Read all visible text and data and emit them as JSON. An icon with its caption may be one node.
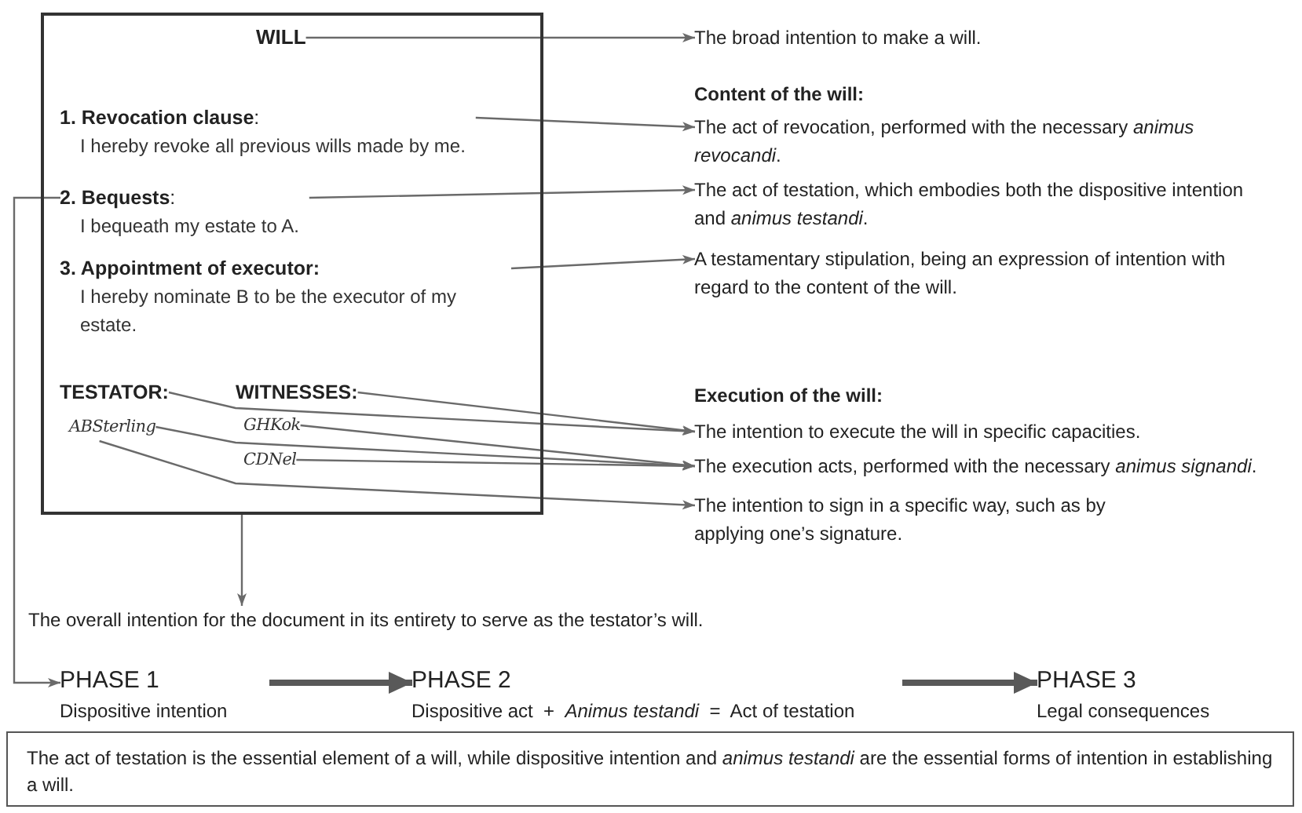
{
  "diagram": {
    "nodes": [
      {
        "text": [],
        "shape": "box"
      },
      {
        "text": [
          "WILL"
        ],
        "in": 0
      },
      {
        "text": [
          "**1. Revocation clause**:",
          "I hereby revoke all previous wills made by me."
        ],
        "in": 0
      },
      {
        "text": [
          "**2. Bequests**:",
          "I bequeath my estate to A."
        ],
        "in": 0
      },
      {
        "text": [
          "**3. Appointment of executor:**",
          "I hereby nominate B to be the executor of my estate."
        ],
        "in": 0
      },
      {
        "text": [
          "TESTATOR:"
        ],
        "in": 0
      },
      {
        "text": [
          "WITNESSES:"
        ],
        "in": 0
      },
      {
        "text": [
          "ABSterling"
        ],
        "in": 0
      },
      {
        "text": [
          "GHKok"
        ],
        "in": 0
      },
      {
        "text": [
          "CDNel"
        ],
        "in": 0
      },
      {
        "text": [
          "The broad intention to make a will."
        ]
      },
      {
        "text": [
          "The act of revocation, performed with the necessary *animus revocandi*."
        ]
      },
      {
        "text": [
          "The act of testation, which embodies both the dispositive intention and *animus testandi*."
        ]
      },
      {
        "text": [
          "A testamentary stipulation, being an expression of intention with regard to the content of the will."
        ]
      },
      {
        "text": [
          "The intention to execute the will in specific capacities."
        ]
      },
      {
        "text": [
          "The execution acts, performed with the necessary *animus signandi*."
        ]
      },
      {
        "text": [
          "The intention to sign in a specific way, such as by applying one’s signature."
        ]
      },
      {
        "text": [
          "The overall intention for the document in its entirety to serve as the testator’s will."
        ]
      },
      {
        "text": [
          "PHASE 1",
          "Dispositive intention"
        ]
      },
      {
        "text": [
          "PHASE 2",
          "Dispositive act  +  *Animus testandi*  =  Act of testation"
        ]
      },
      {
        "text": [
          "PHASE 3",
          "Legal consequences"
        ]
      },
      {
        "text": [
          "The act of testation is the essential element of a will, while dispositive intention and *animus testandi* are the essential forms of intention in establishing a will."
        ]
      }
    ],
    "edges": [
      {
        "from": 1,
        "to": 10,
        "arrow": "to"
      },
      {
        "from": 2,
        "to": 11,
        "arrow": "to"
      },
      {
        "from": 3,
        "to": 12,
        "arrow": "to"
      },
      {
        "from": 4,
        "to": 13,
        "arrow": "to"
      },
      {
        "from": 5,
        "to": 14,
        "arrow": "to"
      },
      {
        "from": 6,
        "to": 14,
        "arrow": "to"
      },
      {
        "from": 7,
        "to": 15,
        "arrow": "to"
      },
      {
        "from": 8,
        "to": 15,
        "arrow": "to"
      },
      {
        "from": 9,
        "to": 15,
        "arrow": "to"
      },
      {
        "from": 7,
        "to": 16,
        "arrow": "to"
      },
      {
        "from": 0,
        "to": 17,
        "arrow": "to"
      },
      {
        "from": 3,
        "to": 18,
        "arrow": "to"
      },
      {
        "from": 18,
        "to": 19,
        "arrow": "to",
        "style": "thick"
      },
      {
        "from": 19,
        "to": 20,
        "arrow": "to",
        "style": "thick"
      }
    ],
    "labels": [
      "Content of the will:",
      "Execution of the will:"
    ]
  }
}
